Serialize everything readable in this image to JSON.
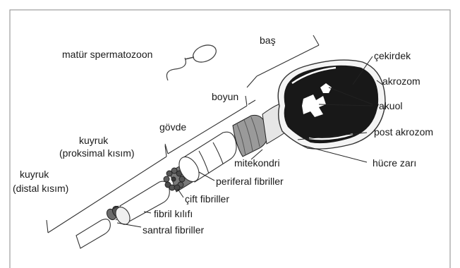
{
  "diagram": {
    "labels": {
      "mature_sperm": "matür  spermatozoon",
      "head": "baş",
      "neck": "boyun",
      "body": "gövde",
      "tail_proximal_1": "kuyruk",
      "tail_proximal_2": "(proksimal kısım)",
      "tail_distal_1": "kuyruk",
      "tail_distal_2": "(distal kısım)",
      "nucleus": "çekirdek",
      "acrosome": "akrozom",
      "vacuole": "vakuol",
      "post_acrosome": "post akrozom",
      "cell_membrane": "hücre zarı",
      "mitochondria": "mitekondri",
      "peripheral_fibrils": "periferal fibriller",
      "double_fibrils": "çift fibriller",
      "fibril_sheath": "fibril kılıfı",
      "central_fibrils": "santral fibriller"
    }
  }
}
